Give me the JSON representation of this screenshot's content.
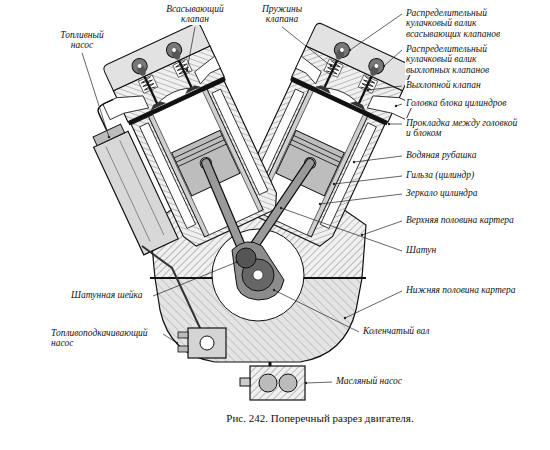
{
  "diagram": {
    "caption": "Рис. 242. Поперечный разрез двигателя.",
    "labels": [
      "Топливный насос",
      "Всасывающий клапан",
      "Пружины клапана",
      "Распределительный кулачковый валик всасывающих клапанов",
      "Распределительный кулачковый валик выхлопных клапанов",
      "Выхлопной клапан",
      "Головка блока цилиндров",
      "Прокладка между головкой и блоком",
      "Водяная рубашка",
      "Гильза (цилиндр)",
      "Зеркало цилиндра",
      "Верхняя половина картера",
      "Шатун",
      "Нижняя половина картера",
      "Шатунная шейка",
      "Коленчатый вал",
      "Топливоподкачивающий насос",
      "Масляный насос"
    ]
  }
}
